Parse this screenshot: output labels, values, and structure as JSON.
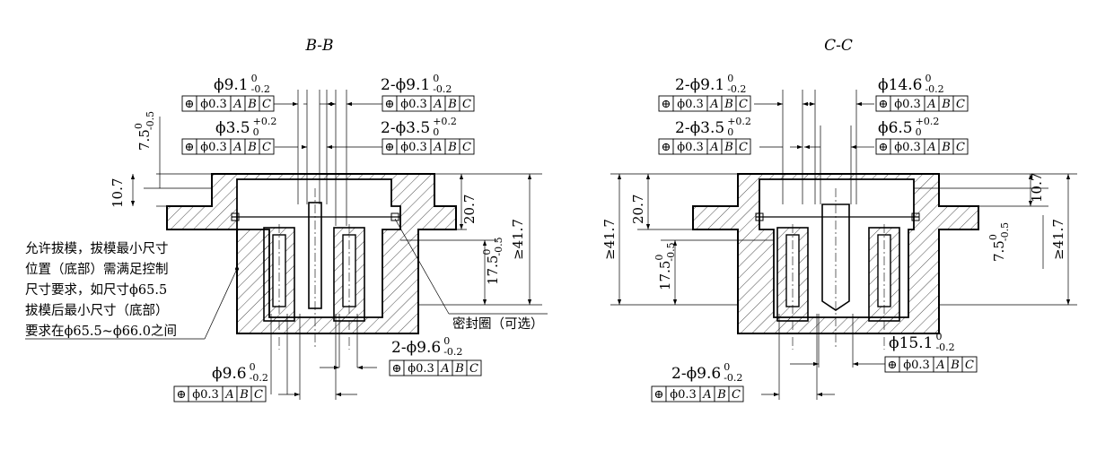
{
  "views": {
    "bb": {
      "title": "B-B",
      "top_left": {
        "prefix": "",
        "main": "ϕ9.1",
        "sup": "0",
        "sub": "-0.2"
      },
      "top_left_frame": {
        "sym": "⊕",
        "tol": "ϕ0.3",
        "d1": "A",
        "d2": "B",
        "d3": "C"
      },
      "top_right": {
        "prefix": "2-",
        "main": "ϕ9.1",
        "sup": "0",
        "sub": "-0.2"
      },
      "top_right_frame": {
        "sym": "⊕",
        "tol": "ϕ0.3",
        "d1": "A",
        "d2": "B",
        "d3": "C"
      },
      "mid_left": {
        "prefix": "",
        "main": "ϕ3.5",
        "sup": "+0.2",
        "sub": "0"
      },
      "mid_left_frame": {
        "sym": "⊕",
        "tol": "ϕ0.3",
        "d1": "A",
        "d2": "B",
        "d3": "C"
      },
      "mid_right": {
        "prefix": "2-",
        "main": "ϕ3.5",
        "sup": "+0.2",
        "sub": "0"
      },
      "mid_right_frame": {
        "sym": "⊕",
        "tol": "ϕ0.3",
        "d1": "A",
        "d2": "B",
        "d3": "C"
      },
      "dim_7_5": {
        "main": "7.5",
        "sup": "0",
        "sub": "-0.5"
      },
      "dim_10_7": "10.7",
      "dim_20_7": "20.7",
      "dim_41_7": "≥41.7",
      "dim_17_5": {
        "main": "17.5",
        "sup": "0",
        "sub": "-0.5"
      },
      "note_lines": [
        "允许拔模，拔模最小尺寸",
        "位置（底部）需满足控制",
        "尺寸要求，如尺寸ϕ65.5",
        "拔模后最小尺寸（底部）",
        "要求在ϕ65.5~ϕ66.0之间"
      ],
      "seal_label": "密封圈（可选）",
      "bot_right": {
        "prefix": "2-",
        "main": "ϕ9.6",
        "sup": "0",
        "sub": "-0.2"
      },
      "bot_right_frame": {
        "sym": "⊕",
        "tol": "ϕ0.3",
        "d1": "A",
        "d2": "B",
        "d3": "C"
      },
      "bot_left": {
        "prefix": "",
        "main": "ϕ9.6",
        "sup": "0",
        "sub": "-0.2"
      },
      "bot_left_frame": {
        "sym": "⊕",
        "tol": "ϕ0.3",
        "d1": "A",
        "d2": "B",
        "d3": "C"
      }
    },
    "cc": {
      "title": "C-C",
      "top_left": {
        "prefix": "2-",
        "main": "ϕ9.1",
        "sup": "0",
        "sub": "-0.2"
      },
      "top_left_frame": {
        "sym": "⊕",
        "tol": "ϕ0.3",
        "d1": "A",
        "d2": "B",
        "d3": "C"
      },
      "top_right": {
        "prefix": "",
        "main": "ϕ14.6",
        "sup": "0",
        "sub": "-0.2"
      },
      "top_right_frame": {
        "sym": "⊕",
        "tol": "ϕ0.3",
        "d1": "A",
        "d2": "B",
        "d3": "C"
      },
      "mid_left": {
        "prefix": "2-",
        "main": "ϕ3.5",
        "sup": "+0.2",
        "sub": "0"
      },
      "mid_left_frame": {
        "sym": "⊕",
        "tol": "ϕ0.3",
        "d1": "A",
        "d2": "B",
        "d3": "C"
      },
      "mid_right": {
        "prefix": "",
        "main": "ϕ6.5",
        "sup": "+0.2",
        "sub": "0"
      },
      "mid_right_frame": {
        "sym": "⊕",
        "tol": "ϕ0.3",
        "d1": "A",
        "d2": "B",
        "d3": "C"
      },
      "dim_41_7_left": "≥41.7",
      "dim_20_7": "20.7",
      "dim_17_5": {
        "main": "17.5",
        "sup": "0",
        "sub": "-0.5"
      },
      "dim_10_7": "10.7",
      "dim_7_5": {
        "main": "7.5",
        "sup": "0",
        "sub": "-0.5"
      },
      "dim_41_7_right": "≥41.7",
      "bot_right": {
        "prefix": "",
        "main": "ϕ15.1",
        "sup": "0",
        "sub": "-0.2"
      },
      "bot_right_frame": {
        "sym": "⊕",
        "tol": "ϕ0.3",
        "d1": "A",
        "d2": "B",
        "d3": "C"
      },
      "bot_left": {
        "prefix": "2-",
        "main": "ϕ9.6",
        "sup": "0",
        "sub": "-0.2"
      },
      "bot_left_frame": {
        "sym": "⊕",
        "tol": "ϕ0.3",
        "d1": "A",
        "d2": "B",
        "d3": "C"
      }
    }
  }
}
